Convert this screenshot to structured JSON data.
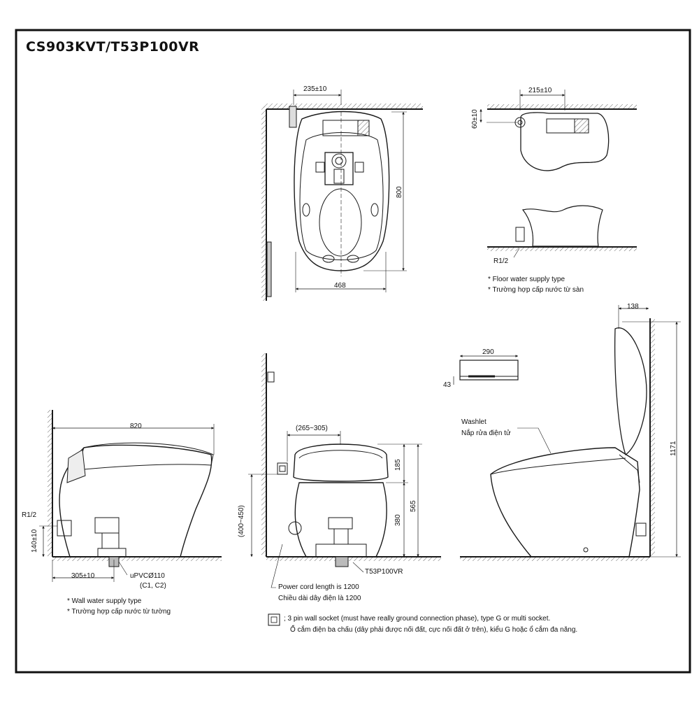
{
  "title": "CS903KVT/T53P100VR",
  "top_view": {
    "dim_offset": "235±10",
    "dim_depth": "800",
    "dim_width": "468"
  },
  "floor_supply_view": {
    "dim_offset": "215±10",
    "dim_height": "60±10",
    "pipe_label": "R1/2",
    "note_en": "* Floor water supply type",
    "note_vi": "* Trường hợp cấp nước từ sàn"
  },
  "side_view": {
    "dim_length": "820",
    "pipe_label": "R1/2",
    "dim_pipe_height": "140±10",
    "dim_outlet": "305±10",
    "drain_label": "uPVCØ110",
    "drain_sub": "(C1, C2)",
    "note_en": "* Wall water supply type",
    "note_vi": "* Trường hợp cấp nước từ tường"
  },
  "front_view": {
    "dim_range": "(265~305)",
    "dim_socket_height": "(400~450)",
    "dim_tank": "185",
    "dim_seat": "380",
    "dim_total": "565",
    "model_label": "T53P100VR",
    "cord_en": "Power cord length is 1200",
    "cord_vi": "Chiều dài dây điện là 1200"
  },
  "remote": {
    "dim_width": "290",
    "dim_height": "43"
  },
  "lid_view": {
    "dim_depth": "138",
    "dim_height": "1171",
    "washlet_en": "Washlet",
    "washlet_vi": "Nắp rửa điện tử"
  },
  "socket_note": {
    "text_en": "; 3 pin wall socket (must have really ground connection phase), type G or multi socket.",
    "text_vi": "Ổ cắm điện ba chấu (dây phải được nối đất, cực nối đất ở trên), kiểu G hoặc ổ cắm đa năng."
  },
  "colors": {
    "line": "#1a1a1a",
    "wall_hatch": "#555555",
    "background": "#ffffff"
  }
}
